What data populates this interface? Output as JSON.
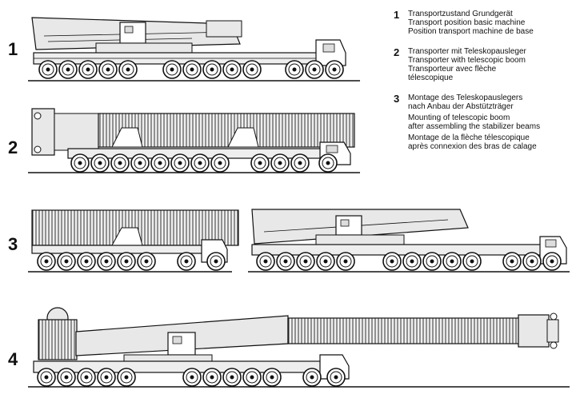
{
  "steps": [
    {
      "number": "1",
      "lines": [
        [
          "Transportzustand Grundgerät",
          "Transport position basic machine",
          "Position transport machine de base"
        ]
      ]
    },
    {
      "number": "2",
      "lines": [
        [
          "Transporter mit Teleskopausleger",
          "Transporter with telescopic boom",
          "Transporteur avec flèche",
          "télescopique"
        ]
      ]
    },
    {
      "number": "3",
      "lines": [
        [
          "Montage des Teleskopauslegers",
          "nach Anbau der Abstützträger"
        ],
        [
          "Mounting of telescopic boom",
          "after assembling the stabilizer beams"
        ],
        [
          "Montage de la flèche télescopique",
          "après connexion des bras de calage"
        ]
      ]
    },
    {
      "number": "4",
      "lines": []
    }
  ]
}
